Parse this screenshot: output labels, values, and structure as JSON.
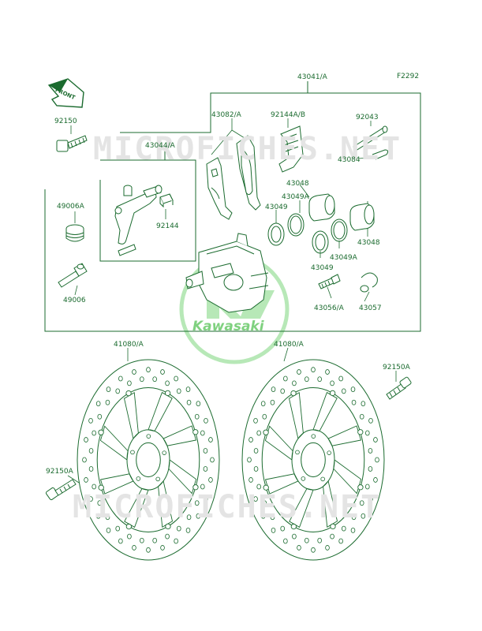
{
  "diagram_code": "F2292",
  "watermark": "MICROFICHES.NET",
  "logo": {
    "text": "Kawasaki"
  },
  "direction_marker": "FRONT",
  "parts": {
    "p43041a": "43041/A",
    "p43082a": "43082/A",
    "p92144ab": "92144A/B",
    "p92043": "92043",
    "p43084": "43084",
    "p92150": "92150",
    "p43044a": "43044/A",
    "p43048_top": "43048",
    "p43049a_top": "43049A",
    "p43049_top": "43049",
    "p49006a": "49006A",
    "p92144": "92144",
    "p43048_bottom": "43048",
    "p43049a_bottom": "43049A",
    "p43049_bottom": "43049",
    "p49006": "49006",
    "p43056a": "43056/A",
    "p43057": "43057",
    "p41080a_left": "41080/A",
    "p41080a_right": "41080/A",
    "p92150a_right": "92150A",
    "p92150a_left": "92150A"
  },
  "colors": {
    "line": "#1b6b2f",
    "watermark": "#e4e4e4",
    "logo": "#7fd17f"
  }
}
